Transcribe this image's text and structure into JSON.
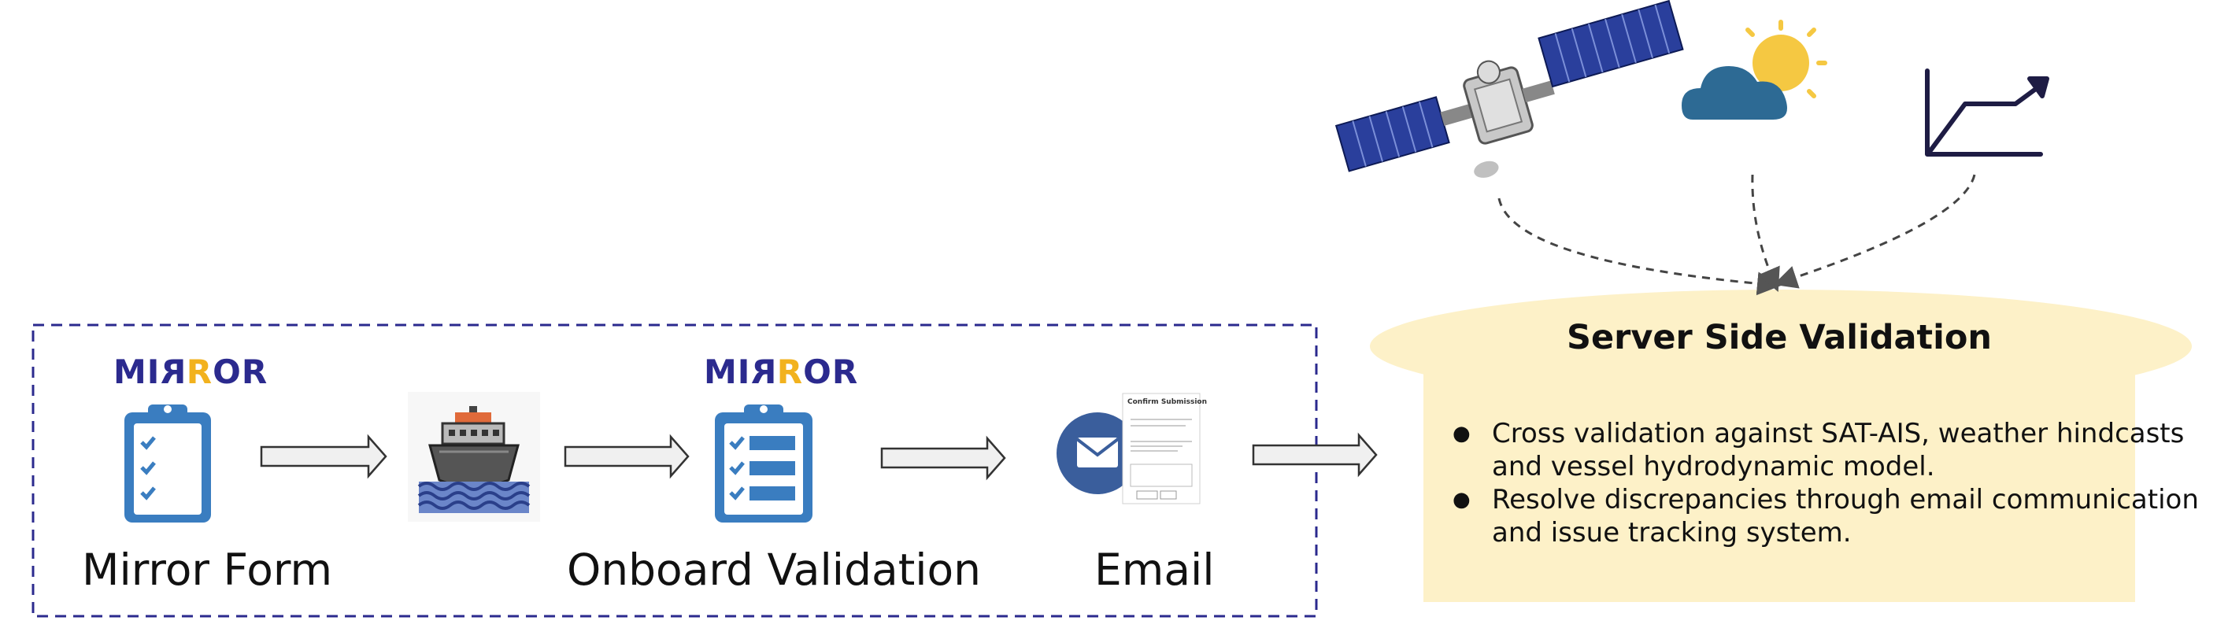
{
  "labels": {
    "mirror_form": "Mirror Form",
    "onboard_validation": "Onboard Validation",
    "email": "Email"
  },
  "logo": {
    "part1": "MI",
    "reversed": "R",
    "o": "R",
    "part2": "OR"
  },
  "server_side": {
    "title": "Server Side Validation",
    "bullets": [
      "Cross validation against SAT-AIS, weather hindcasts and vessel hydrodynamic model.",
      "Resolve discrepancies through email communication and issue tracking system."
    ]
  },
  "email_modal": {
    "title": "Confirm Submission"
  },
  "icons": [
    "clipboard-check-icon",
    "ship-icon",
    "clipboard-list-icon",
    "envelope-icon",
    "satellite-icon",
    "cloud-sun-icon",
    "trend-chart-icon"
  ],
  "colors": {
    "dashed_box": "#2b2a8e",
    "server_box": "#fdf1c8",
    "clipboard_blue": "#3a7dc0",
    "envelope_blue": "#3a5e9c",
    "cloud_blue": "#2d6a94",
    "sun_yellow": "#f5c842",
    "chart_navy": "#1e1c44"
  }
}
